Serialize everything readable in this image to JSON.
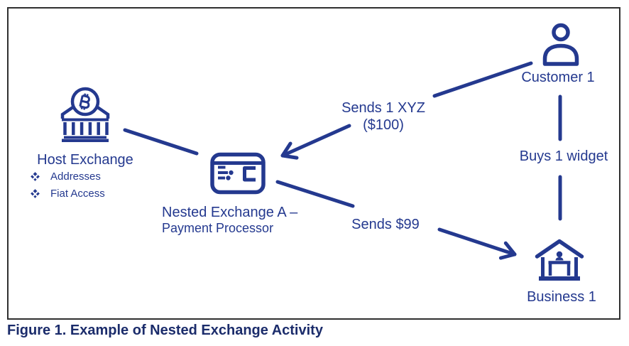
{
  "colors": {
    "diagram_blue": "#24398f",
    "caption_navy": "#1b2c6b",
    "box_border": "#2f2f2f"
  },
  "caption": "Figure 1. Example of Nested Exchange Activity",
  "nodes": {
    "host_exchange": {
      "label": "Host Exchange",
      "icon": "bank-bitcoin-icon",
      "bullets": [
        "Addresses",
        "Fiat Access"
      ]
    },
    "nested_exchange": {
      "label_line1": "Nested Exchange A –",
      "label_line2": "Payment Processor",
      "icon": "digital-wallet-icon"
    },
    "customer": {
      "label": "Customer 1",
      "icon": "person-icon"
    },
    "business": {
      "label": "Business 1",
      "icon": "storefront-icon"
    }
  },
  "edges": {
    "host_to_nested": {
      "from": "Host Exchange",
      "to": "Nested Exchange A",
      "arrowhead": false
    },
    "customer_to_nested": {
      "from": "Customer 1",
      "to": "Nested Exchange A",
      "label_line1": "Sends 1 XYZ",
      "label_line2": "($100)",
      "arrowhead": true
    },
    "customer_to_business": {
      "from": "Customer 1",
      "to": "Business 1",
      "label": "Buys 1 widget",
      "arrowhead": false
    },
    "nested_to_business": {
      "from": "Nested Exchange A",
      "to": "Business 1",
      "label": "Sends $99",
      "arrowhead": true
    }
  }
}
